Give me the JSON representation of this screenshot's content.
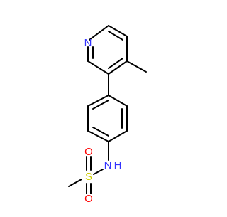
{
  "molecule": {
    "atoms": {
      "n_pyridine": "N",
      "n_amide": "N",
      "h_amide": "H",
      "sulfur": "S",
      "o_top": "O",
      "o_bottom": "O"
    }
  },
  "colors": {
    "bond": "#000000",
    "nitrogen": "#3333ff",
    "sulfur": "#cccc00",
    "oxygen": "#ff0000",
    "background": "#ffffff"
  }
}
